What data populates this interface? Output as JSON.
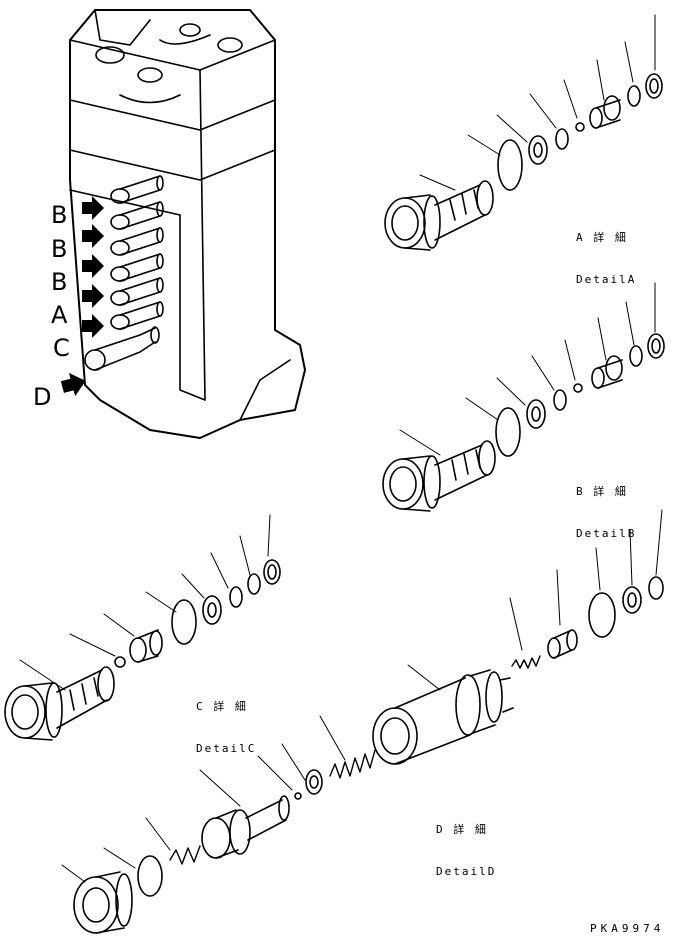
{
  "callouts": [
    "B",
    "B",
    "B",
    "A",
    "C",
    "D"
  ],
  "details": {
    "a": {
      "title": "A 詳 細",
      "sub": "DetailA"
    },
    "b": {
      "title": "B 詳 細",
      "sub": "DetailB"
    },
    "c": {
      "title": "C 詳 細",
      "sub": "DetailC"
    },
    "d": {
      "title": "D 詳 細",
      "sub": "DetailD"
    }
  },
  "drawing_code": "PKA9974"
}
